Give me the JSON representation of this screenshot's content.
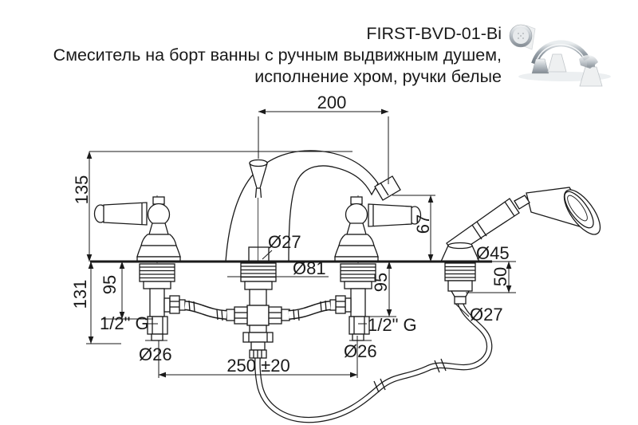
{
  "header": {
    "model": "FIRST-BVD-01-Bi",
    "description_line1": "Смеситель на борт ванны с ручным выдвижным душем,",
    "description_line2": "исполнение хром, ручки белые"
  },
  "drawing": {
    "dims": {
      "spout_reach": "200",
      "spout_height": "135",
      "outlet_height": "67",
      "spout_shank_diameter": "Ø27",
      "spout_base_diameter": "Ø81",
      "left_shank_depth": "95",
      "right_shank_depth": "95",
      "total_under_deck_depth": "131",
      "left_thread": "1/2\" G",
      "right_thread": "1/2\" G",
      "left_hole_diameter": "Ø26",
      "right_hole_diameter": "Ø26",
      "hole_centers": "250 ±20",
      "holder_diameter": "Ø45",
      "holder_under_deck": "50",
      "hose_hole_diameter": "Ø27"
    },
    "colors": {
      "line": "#1a1a1a",
      "background": "#ffffff"
    }
  }
}
